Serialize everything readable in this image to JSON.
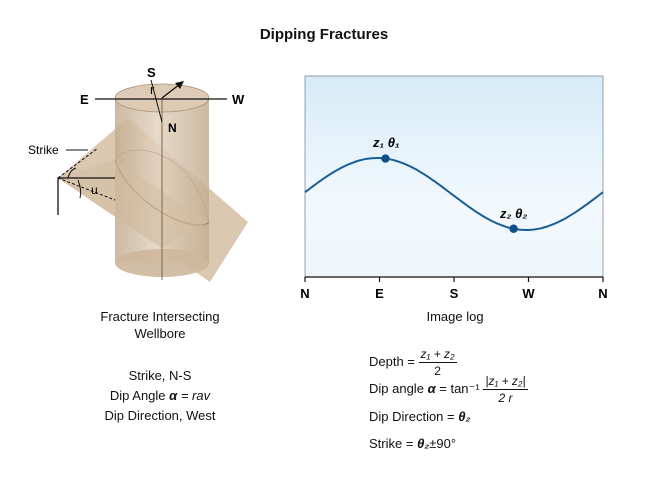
{
  "title": "Dipping Fractures",
  "left_diagram": {
    "compass": {
      "north": "N",
      "south": "S",
      "east": "E",
      "west": "W"
    },
    "radius_label": "r",
    "strike_label": "Strike",
    "u_label": "u",
    "caption_line1": "Fracture Intersecting",
    "caption_line2": "Wellbore"
  },
  "image_log": {
    "x_ticks": [
      "N",
      "E",
      "S",
      "W",
      "N"
    ],
    "point1_label": "z₁ θ₁",
    "point2_label": "z₂ θ₂",
    "caption": "Image log",
    "colors": {
      "background_top": "#d6ebf7",
      "background_bottom": "#f3f9fd",
      "curve": "#1a5e96",
      "points": "#0d4f86"
    }
  },
  "left_info": {
    "strike": "Strike, N-S",
    "dip_angle_prefix": "Dip Angle",
    "dip_angle_symbol": "α",
    "dip_angle_value": "= rav",
    "dip_direction": "Dip Direction, West"
  },
  "equations": {
    "depth_label": "Depth =",
    "depth_num": "z₁ + z₂",
    "depth_den": "2",
    "dip_label": "Dip angle",
    "dip_symbol": "α",
    "dip_func": "= tan⁻¹",
    "dip_num": "|z₁ + z₂|",
    "dip_den": "2 r",
    "direction_label": "Dip Direction =",
    "direction_value": "θ₂",
    "strike_label": "Strike =",
    "strike_value": "θ₂",
    "strike_suffix": "±90°"
  }
}
